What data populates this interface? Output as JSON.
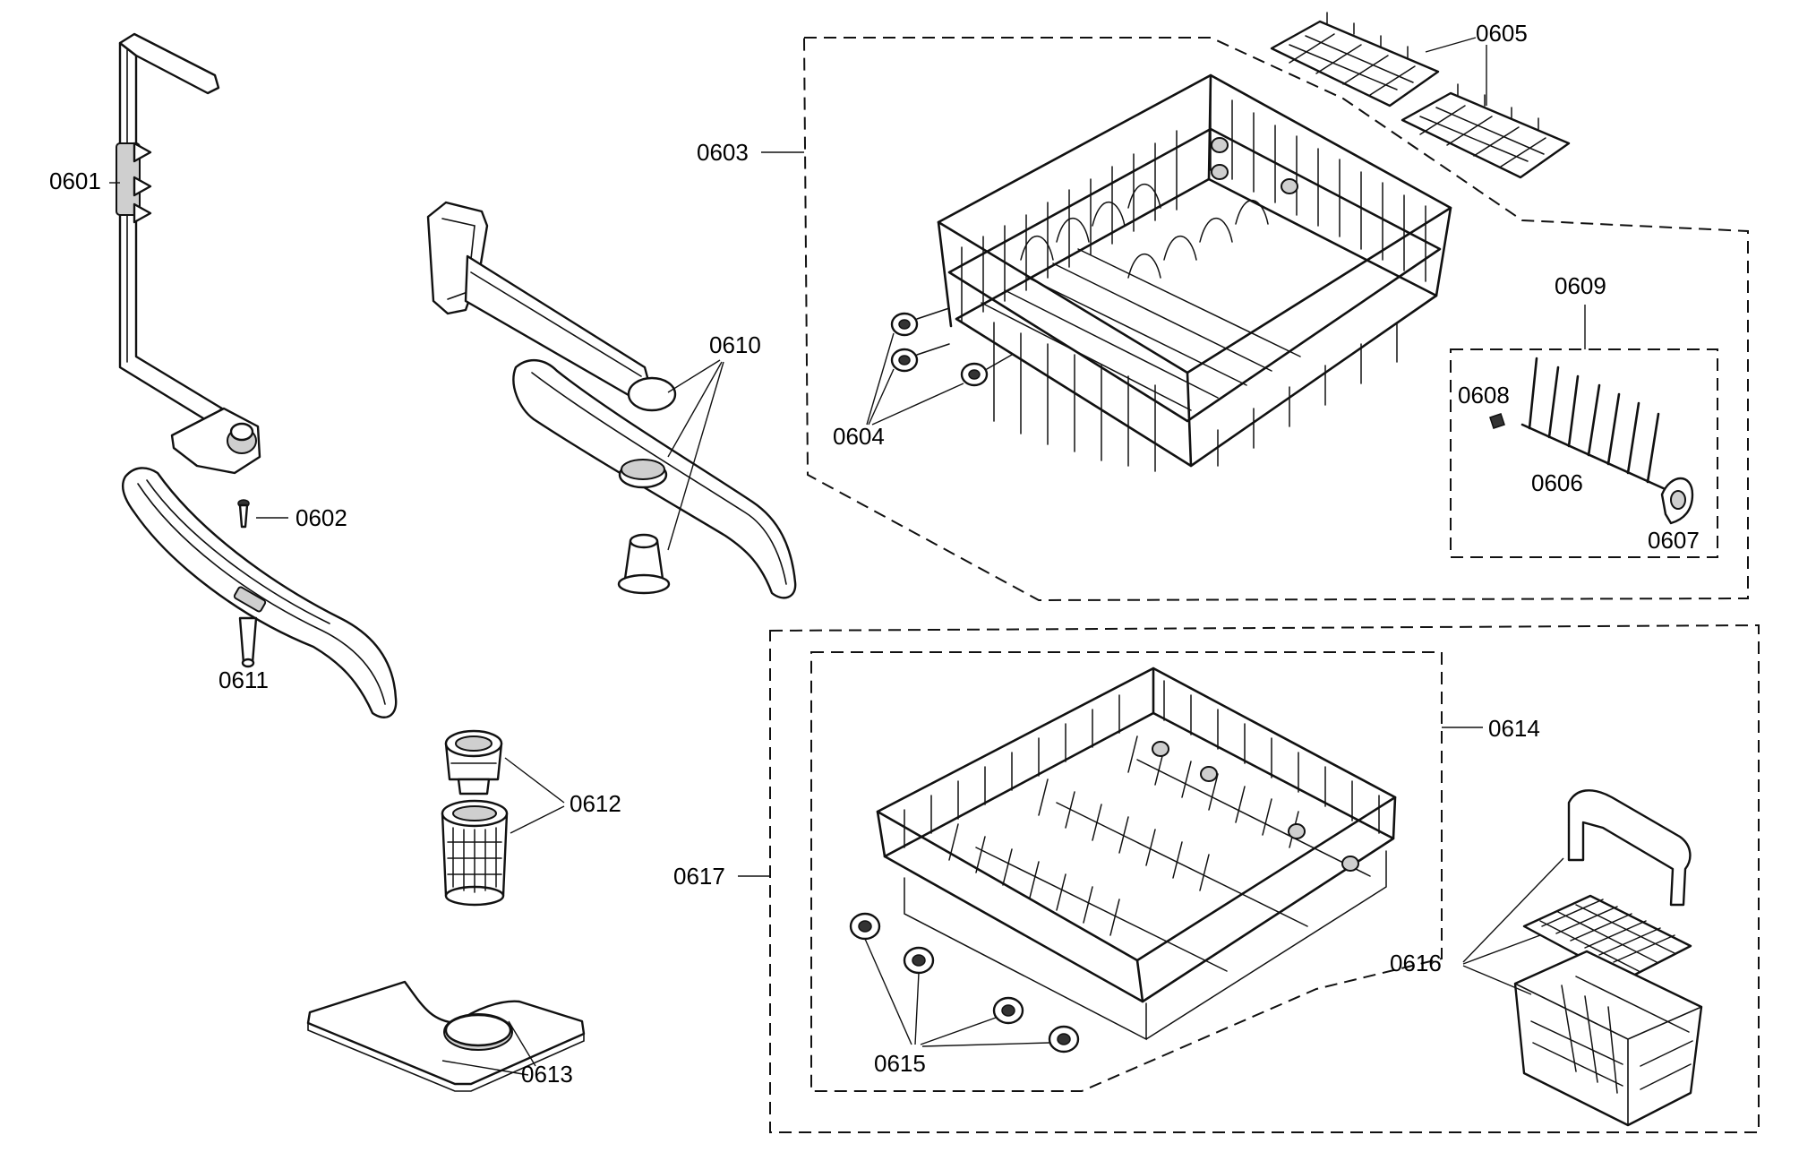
{
  "diagram": {
    "callouts": {
      "c0601": "0601",
      "c0602": "0602",
      "c0603": "0603",
      "c0604": "0604",
      "c0605": "0605",
      "c0606": "0606",
      "c0607": "0607",
      "c0608": "0608",
      "c0609": "0609",
      "c0610": "0610",
      "c0611": "0611",
      "c0612": "0612",
      "c0613": "0613",
      "c0614": "0614",
      "c0615": "0615",
      "c0616": "0616",
      "c0617": "0617"
    }
  }
}
